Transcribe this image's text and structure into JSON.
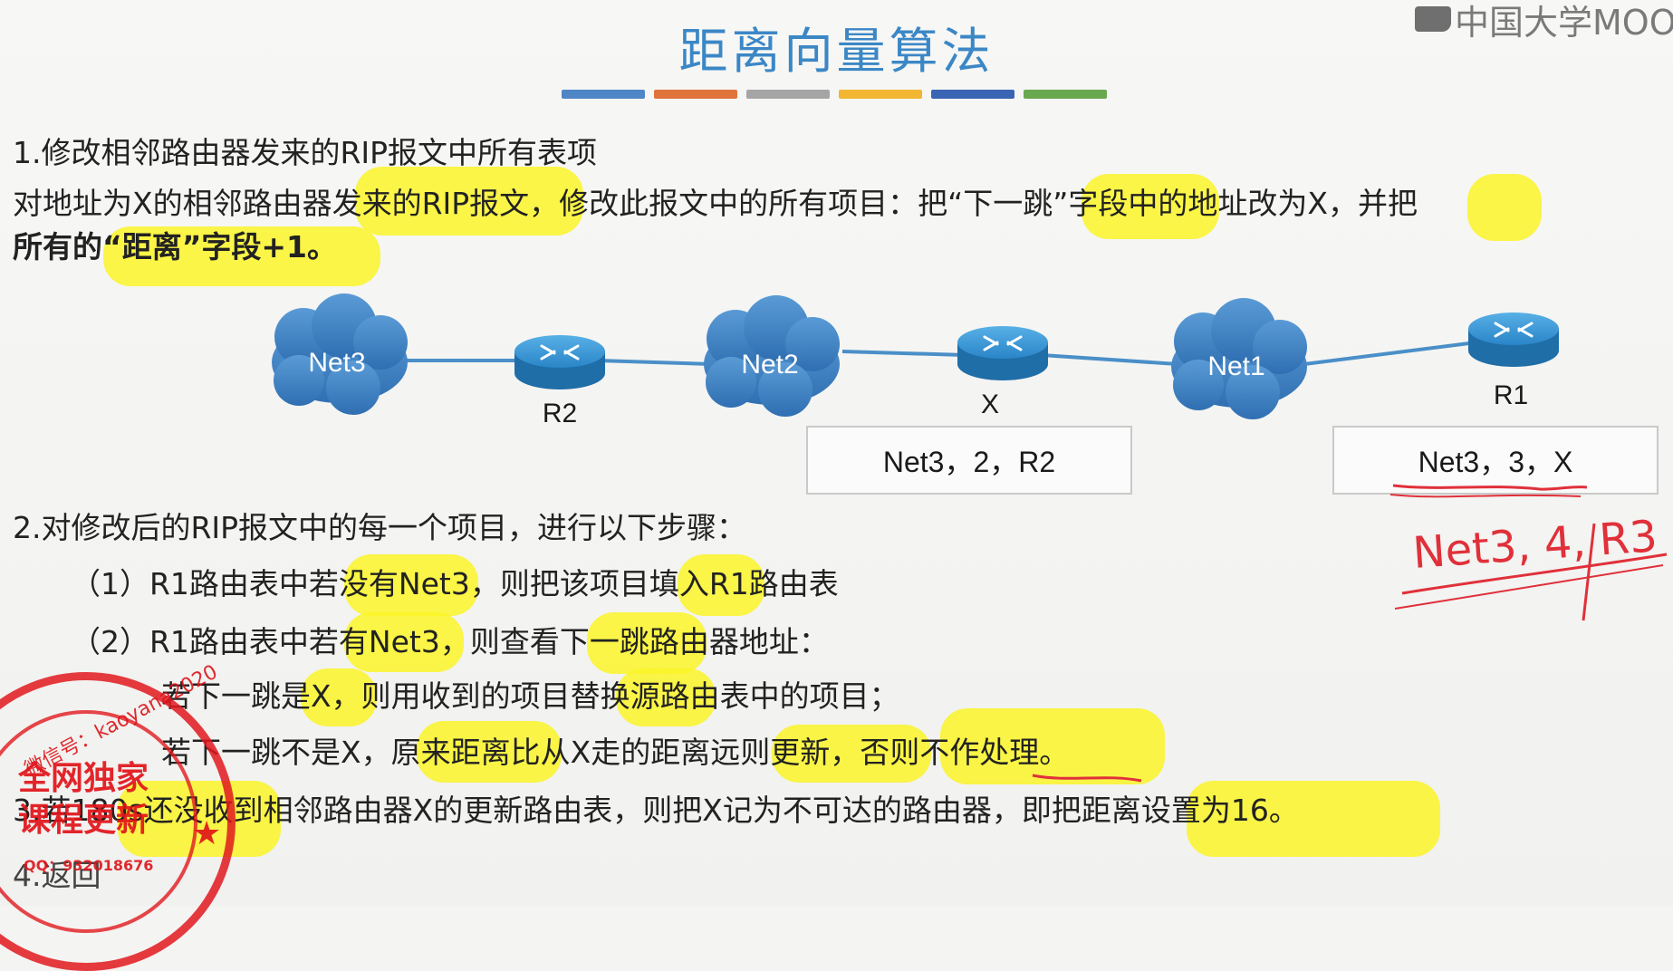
{
  "title": "距离向量算法",
  "title_bar_colors": [
    "#4f86c6",
    "#e07339",
    "#a5a5a5",
    "#f2b632",
    "#3a64b4",
    "#6aa84f"
  ],
  "logo": "中国大学MOOC",
  "section1": {
    "heading": "1.修改相邻路由器发来的RIP报文中所有表项",
    "line1": "对地址为X的相邻路由器发来的RIP报文，修改此报文中的所有项目：把“下一跳”字段中的地址改为X，并把",
    "line2": "所有的“距离”字段+1。"
  },
  "diagram": {
    "clouds": [
      "Net3",
      "Net2",
      "Net1"
    ],
    "routers": [
      "R2",
      "X",
      "R1"
    ],
    "table_x": "Net3，2，R2",
    "table_r1": "Net3，3，X",
    "handwritten_note": "Net3, 4, R3"
  },
  "section2": {
    "heading": "2.对修改后的RIP报文中的每一个项目，进行以下步骤：",
    "step1": "（1）R1路由表中若没有Net3，则把该项目填入R1路由表",
    "step2": "（2）R1路由表中若有Net3，则查看下一跳路由器地址：",
    "sub1": "若下一跳是X，则用收到的项目替换源路由表中的项目；",
    "sub2": "若下一跳不是X，原来距离比从X走的距离远则更新，否则不作处理。"
  },
  "section3": {
    "text": "3.若180s还没收到相邻路由器X的更新路由表，则把X记为不可达的路由器，即把距离设置为16。"
  },
  "section4": {
    "text": "4.返回"
  },
  "stamp": {
    "ring_text": "微信号：kaoyana2020",
    "main_line1": "全网独家",
    "main_line2": "课程更新",
    "qq": "QQ：932018676"
  },
  "colors": {
    "accent": "#3b87c6",
    "highlight": "#faf528",
    "stamp": "#e1191e",
    "handwriting": "#e0303a"
  }
}
